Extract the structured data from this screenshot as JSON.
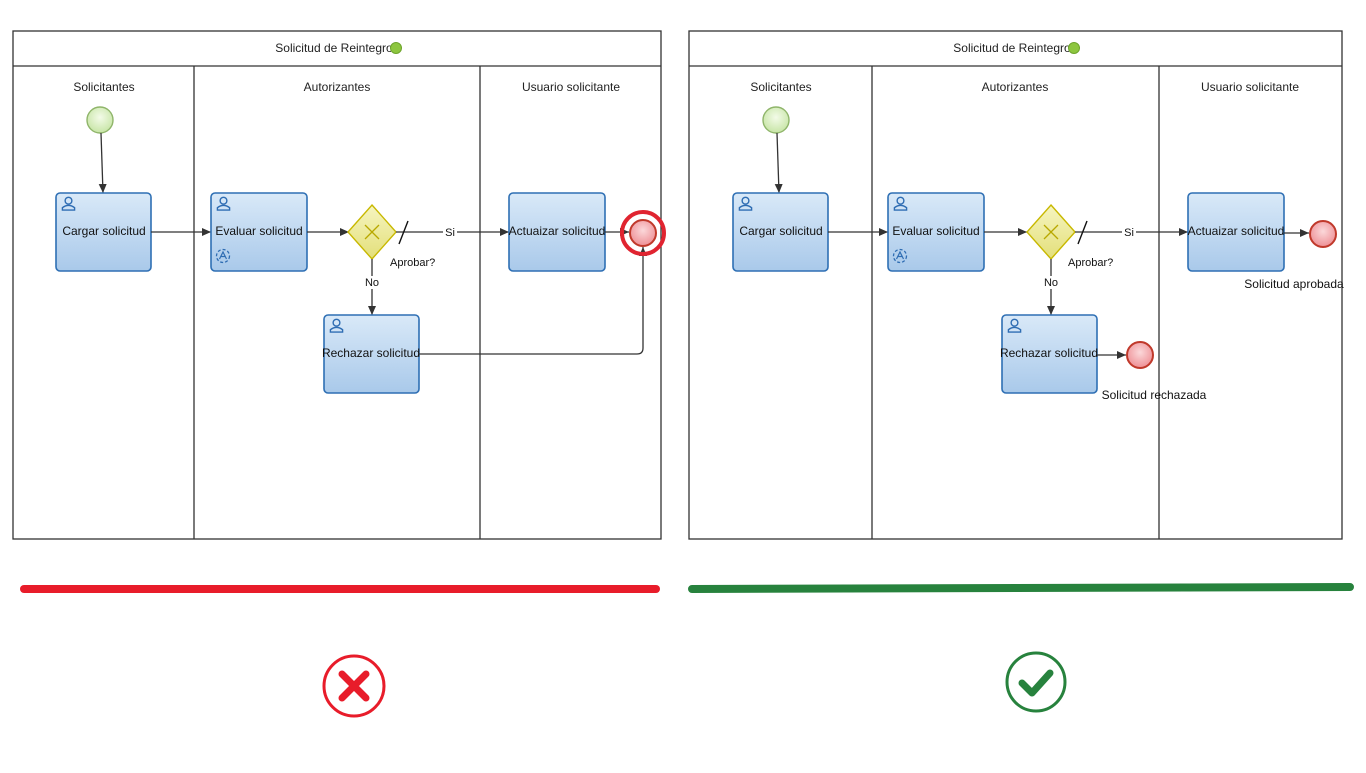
{
  "colors": {
    "bad_bar": "#e81c2a",
    "good_bar": "#27823d",
    "pool_status": "#8dc63f",
    "task_border": "#2e6fb4",
    "end_event": "#e8747a",
    "gateway": "#ecea8f"
  },
  "diagrams": {
    "wrong": {
      "pool_title": "Solicitud de Reintegros",
      "lanes": [
        "Solicitantes",
        "Autorizantes",
        "Usuario solicitante"
      ],
      "tasks": {
        "cargar": "Cargar solicitud",
        "evaluar": "Evaluar solicitud",
        "actualizar": "Actuaizar solicitud",
        "rechazar": "Rechazar solicitud"
      },
      "gateway_label": "Aprobar?",
      "flow_yes": "Si",
      "flow_no": "No"
    },
    "right": {
      "pool_title": "Solicitud de Reintegros",
      "lanes": [
        "Solicitantes",
        "Autorizantes",
        "Usuario solicitante"
      ],
      "tasks": {
        "cargar": "Cargar solicitud",
        "evaluar": "Evaluar solicitud",
        "actualizar": "Actuaizar solicitud",
        "rechazar": "Rechazar solicitud"
      },
      "gateway_label": "Aprobar?",
      "flow_yes": "Si",
      "flow_no": "No",
      "end_approved": "Solicitud aprobada",
      "end_rejected": "Solicitud rechazada"
    }
  },
  "icons": {
    "wrong_mark": "x-circle-icon",
    "correct_mark": "check-circle-icon"
  }
}
